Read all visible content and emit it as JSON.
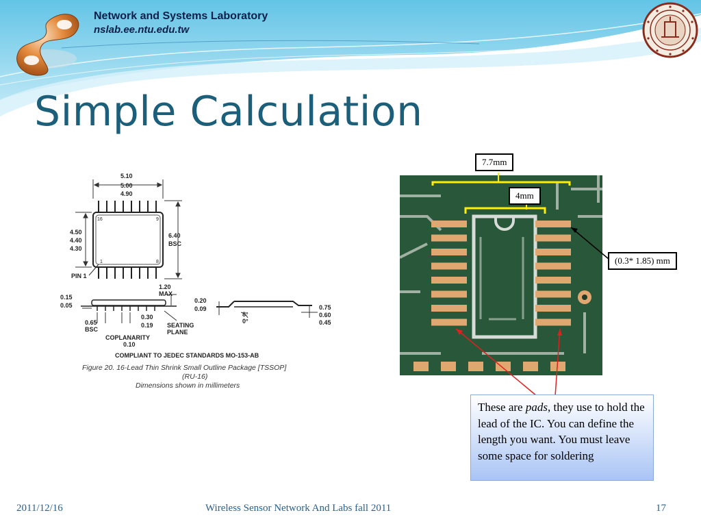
{
  "header": {
    "lab_name": "Network and Systems Laboratory",
    "lab_url": "nslab.ee.ntu.edu.tw",
    "colors": {
      "sky": "#63c4e6",
      "sky_light": "#cdeef8",
      "title": "#1c5f7a"
    }
  },
  "slide": {
    "title": "Simple Calculation"
  },
  "drawing": {
    "top_dims": [
      "5.10",
      "5.00",
      "4.90"
    ],
    "left_dims": [
      "4.50",
      "4.40",
      "4.30"
    ],
    "right_dims": [
      "6.40",
      "BSC"
    ],
    "pin16": "16",
    "pin9": "9",
    "pin1": "1",
    "pin8": "8",
    "pin1_label": "PIN 1",
    "max_height": [
      "1.20",
      "MAX"
    ],
    "left_thickness": [
      "0.15",
      "0.05"
    ],
    "pitch": [
      "0.65",
      "BSC"
    ],
    "lead_width": [
      "0.30",
      "0.19"
    ],
    "seating": [
      "SEATING",
      "PLANE"
    ],
    "coplanarity": [
      "COPLANARITY",
      "0.10"
    ],
    "lead_thickness": [
      "0.20",
      "0.09"
    ],
    "angle": [
      "8°",
      "0°"
    ],
    "foot": [
      "0.75",
      "0.60",
      "0.45"
    ],
    "compliance": "COMPLIANT TO JEDEC STANDARDS MO-153-AB",
    "caption_line1": "Figure 20. 16-Lead Thin Shrink Small Outline Package [TSSOP]",
    "caption_line2": "(RU-16)",
    "caption_line3": "Dimensions shown in millimeters"
  },
  "pcb": {
    "label_width": "7.7mm",
    "label_inner": "4mm",
    "label_pad": "(0.3* 1.85) mm",
    "colors": {
      "board": "#2f5f3e",
      "pad": "#e0a870",
      "silk": "#c8d0c8"
    }
  },
  "note": {
    "text_before": "These are ",
    "text_em": "pads",
    "text_after": ", they use to hold the lead of the IC. You can define the length you want. You must leave some space for soldering"
  },
  "footer": {
    "date": "2011/12/16",
    "course": "Wireless Sensor Network And Labs fall 2011",
    "page": "17"
  }
}
